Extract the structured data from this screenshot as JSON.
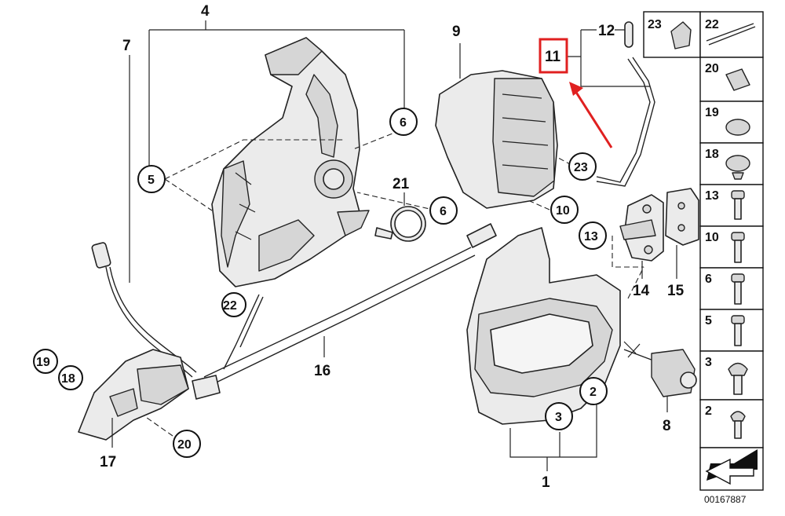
{
  "colors": {
    "highlight": "#e02020",
    "line": "#222222",
    "part_fill": "#ebebeb"
  },
  "labels": {
    "n1": "1",
    "n2": "2",
    "n3": "3",
    "n4": "4",
    "n5": "5",
    "n6": "6",
    "n6b": "6",
    "n7": "7",
    "n8": "8",
    "n9": "9",
    "n10": "10",
    "n11": "11",
    "n12": "12",
    "n13": "13",
    "n14": "14",
    "n15": "15",
    "n16": "16",
    "n17": "17",
    "n18": "18",
    "n19": "19",
    "n20": "20",
    "n21": "21",
    "n22": "22",
    "n23": "23"
  },
  "catalog": {
    "top": [
      {
        "id": "23"
      },
      {
        "id": "22"
      }
    ],
    "column": [
      {
        "id": "20"
      },
      {
        "id": "19"
      },
      {
        "id": "18"
      },
      {
        "id": "13"
      },
      {
        "id": "10"
      },
      {
        "id": "6"
      },
      {
        "id": "5"
      },
      {
        "id": "3"
      },
      {
        "id": "2"
      }
    ],
    "code": "00167887"
  },
  "highlight_target": "11"
}
